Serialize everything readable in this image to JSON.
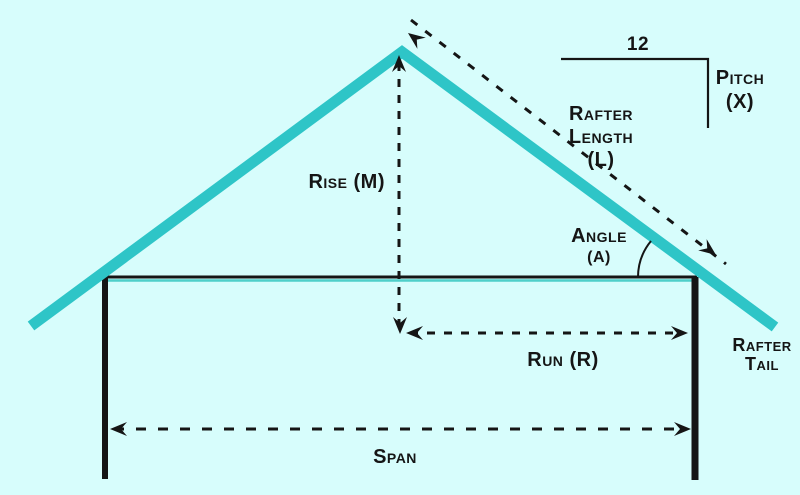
{
  "diagram": {
    "labels": {
      "rise": "Rise (M)",
      "run": "Run (R)",
      "span": "Span",
      "twelve": "12",
      "pitch": {
        "line1": "Pitch",
        "line2": "(X)"
      },
      "rafter_length": {
        "line1": "Rafter",
        "line2": "Length",
        "line3": "(L)"
      },
      "angle": {
        "line1": "Angle",
        "line2": "(A)"
      },
      "rafter_tail": {
        "line1": "Rafter",
        "line2": "Tail"
      }
    },
    "colors": {
      "background": "#D7FDFC",
      "rafter": "#2EC5C7",
      "plate_accent": "#4FCFC9",
      "ink": "#151515"
    }
  }
}
